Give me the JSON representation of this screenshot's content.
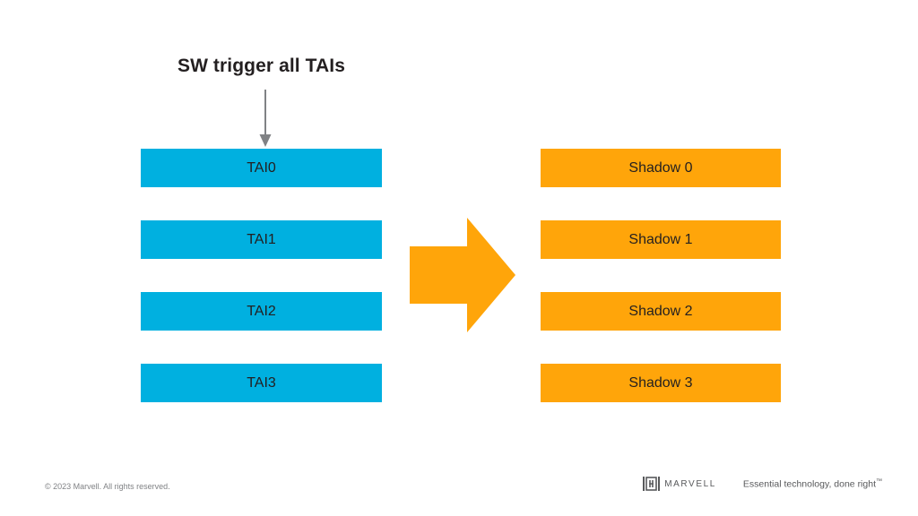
{
  "slide": {
    "background_color": "#ffffff",
    "title": "SW trigger all TAIs"
  },
  "colors": {
    "blue": "#00b0e0",
    "orange": "#ffa50a",
    "text_dark": "#231f20",
    "pointer_gray": "#808285",
    "footer_gray": "#808285",
    "brand_gray": "#58595b"
  },
  "diagram": {
    "left_column": {
      "name": "tai-column",
      "items": [
        {
          "label": "TAI0"
        },
        {
          "label": "TAI1"
        },
        {
          "label": "TAI2"
        },
        {
          "label": "TAI3"
        }
      ]
    },
    "right_column": {
      "name": "shadow-column",
      "items": [
        {
          "label": "Shadow 0"
        },
        {
          "label": "Shadow 1"
        },
        {
          "label": "Shadow 2"
        },
        {
          "label": "Shadow 3"
        }
      ]
    },
    "transfer_arrow": {
      "name": "right-block-arrow-icon",
      "direction": "right",
      "color": "#ffa50a"
    },
    "title_pointer": {
      "name": "down-arrow-icon",
      "direction": "down",
      "color": "#808285"
    }
  },
  "footer": {
    "copyright": "© 2023 Marvell. All rights reserved.",
    "logo_word": "MARVELL",
    "tagline": "Essential technology, done right",
    "tagline_tm": "™"
  }
}
